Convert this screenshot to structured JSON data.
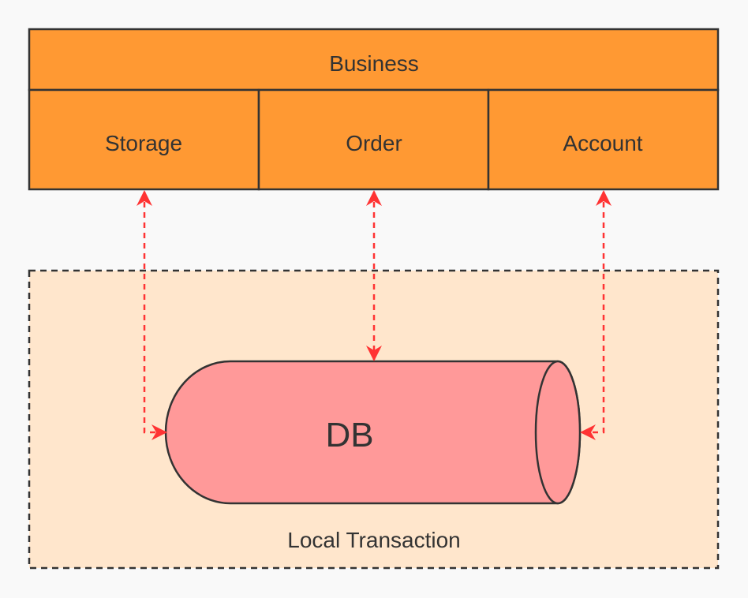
{
  "business": {
    "title": "Business",
    "services": [
      {
        "label": "Storage"
      },
      {
        "label": "Order"
      },
      {
        "label": "Account"
      }
    ]
  },
  "transaction": {
    "label": "Local Transaction"
  },
  "database": {
    "label": "DB"
  },
  "colors": {
    "background": "#f9f9f9",
    "business_fill": "#ff9933",
    "border": "#333333",
    "transaction_fill": "#ffe6cc",
    "db_fill": "#ff9999",
    "arrow": "#ff3333",
    "text": "#333333"
  }
}
